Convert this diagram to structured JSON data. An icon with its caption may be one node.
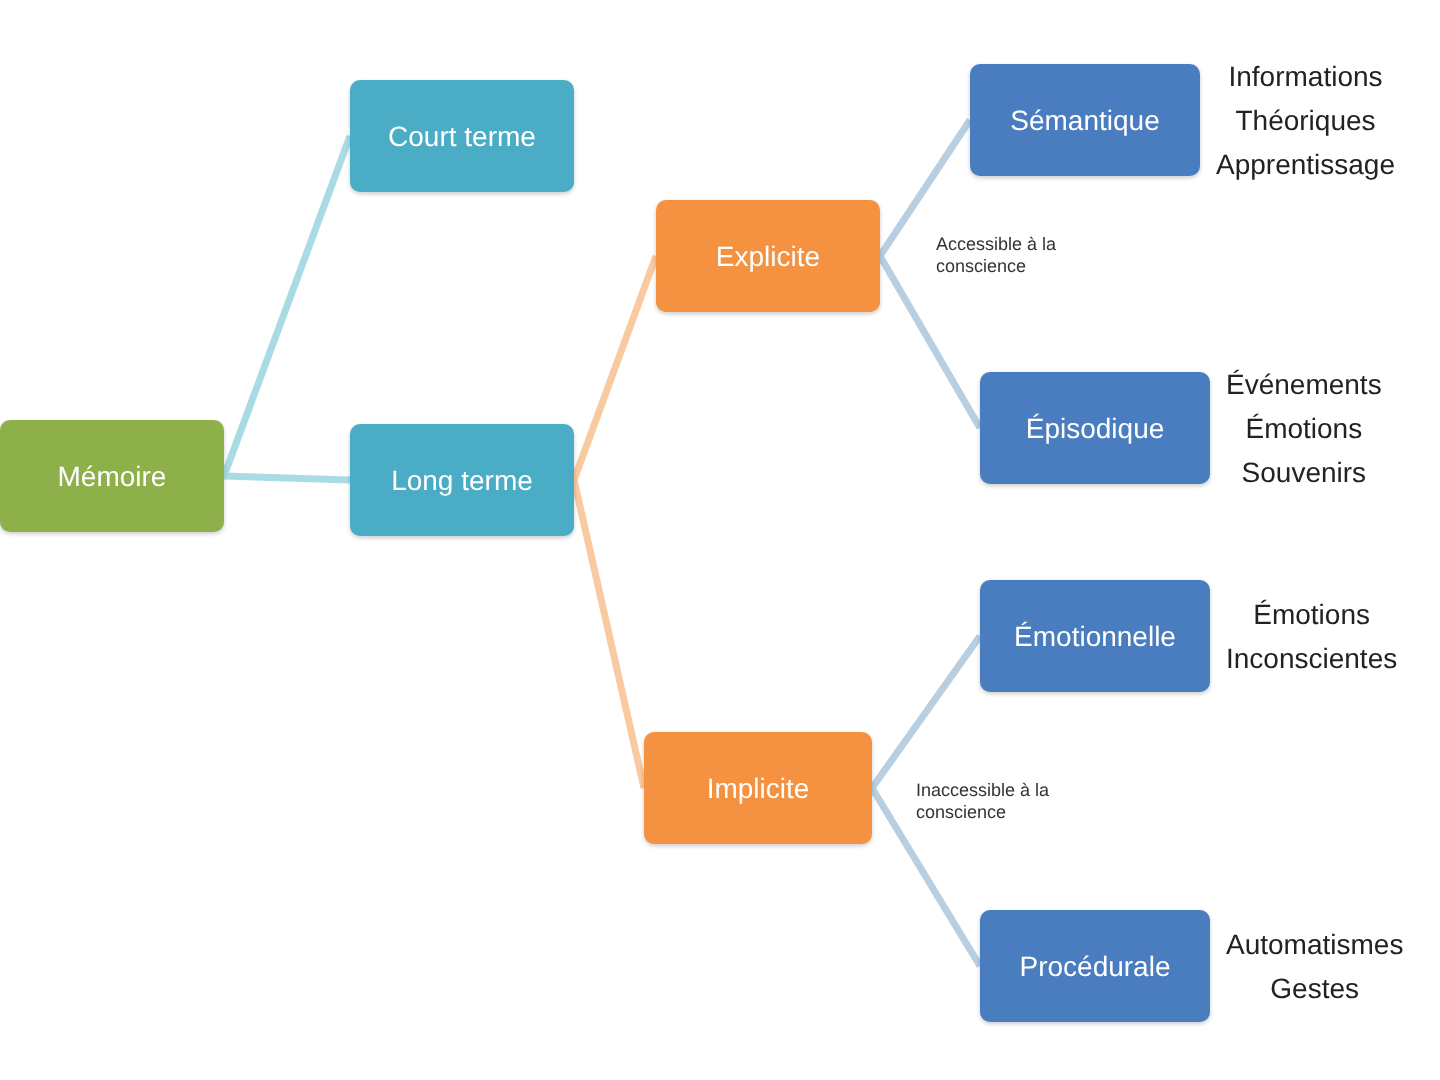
{
  "diagram": {
    "nodes": [
      {
        "text": [
          "Mémoire"
        ]
      },
      {
        "text": [
          "Court terme"
        ]
      },
      {
        "text": [
          "Long terme"
        ]
      },
      {
        "text": [
          "Explicite"
        ]
      },
      {
        "text": [
          "Sémantique"
        ],
        "beside": [
          "Informations",
          "Théoriques",
          "Apprentissage"
        ]
      },
      {
        "text": [
          "Épisodique"
        ],
        "beside": [
          "Événements",
          "Émotions",
          "Souvenirs"
        ]
      },
      {
        "text": [
          "Implicite"
        ]
      },
      {
        "text": [
          "Émotionnelle"
        ],
        "beside": [
          "Émotions",
          "Inconscientes"
        ]
      },
      {
        "text": [
          "Procédurale"
        ],
        "beside": [
          "Automatismes",
          "Gestes"
        ]
      }
    ],
    "edges": [
      {
        "from": 0,
        "to": 1,
        "arrow": "none",
        "color": "#a9dbe4"
      },
      {
        "from": 0,
        "to": 2,
        "arrow": "none",
        "color": "#a9dbe4"
      },
      {
        "from": 2,
        "to": 3,
        "arrow": "none",
        "color": "#f9c9a0"
      },
      {
        "from": 2,
        "to": 6,
        "arrow": "none",
        "color": "#f9c9a0"
      },
      {
        "from": 3,
        "to": 4,
        "arrow": "none",
        "color": "#b8cfe2"
      },
      {
        "from": 3,
        "to": 5,
        "arrow": "none",
        "color": "#b8cfe2"
      },
      {
        "from": 6,
        "to": 7,
        "arrow": "none",
        "color": "#b8cfe2"
      },
      {
        "from": 6,
        "to": 8,
        "arrow": "none",
        "color": "#b8cfe2"
      }
    ],
    "labels": [
      "Accessible à la conscience",
      "Inaccessible à la conscience"
    ]
  }
}
